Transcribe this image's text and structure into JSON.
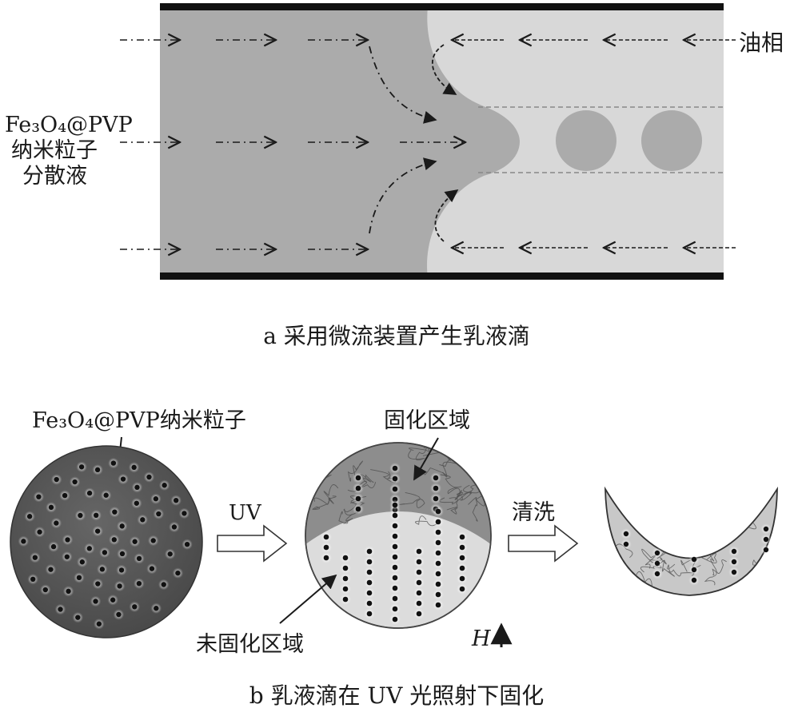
{
  "panel_a": {
    "oil_phase_label": "油相",
    "dispersion_label": {
      "line1": "Fe₃O₄@PVP",
      "line2": "纳米粒子",
      "line3": "分散液"
    },
    "caption": "a 采用微流装置产生乳液滴"
  },
  "panel_b": {
    "nanoparticle_label": "Fe₃O₄@PVP纳米粒子",
    "uv_label": "UV",
    "cured_region_label": "固化区域",
    "uncured_region_label": "未固化区域",
    "wash_label": "清洗",
    "field_label": "H",
    "caption": "b 乳液滴在 UV 光照射下固化"
  },
  "colors": {
    "dispersed_phase": "#ababab",
    "oil_phase": "#d8d8d8",
    "channel_wall": "#111111",
    "droplet": "#ababab",
    "sphere_dark": "#555555",
    "cured_shell": "#888888",
    "uncured_core": "#dcdcdc",
    "particle": "#111111"
  }
}
